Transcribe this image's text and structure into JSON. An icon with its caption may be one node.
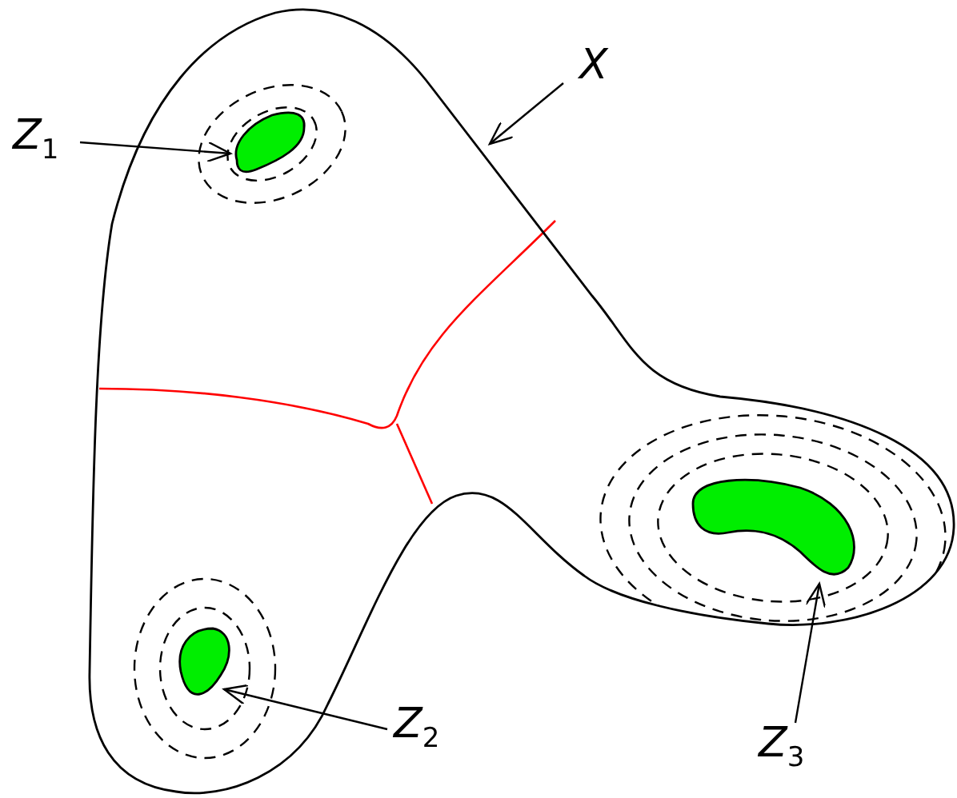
{
  "diagram": {
    "nodes": [
      {
        "text": [
          "X"
        ]
      },
      {
        "text": [],
        "shape": "region"
      },
      {
        "text": [
          "Z$_{1}$"
        ]
      },
      {
        "text": [],
        "shape": "blob",
        "in": 1
      },
      {
        "text": [
          "Z$_{2}$"
        ]
      },
      {
        "text": [],
        "shape": "blob",
        "in": 1
      },
      {
        "text": [
          "Z$_{3}$"
        ]
      },
      {
        "text": [],
        "shape": "blob",
        "in": 1
      }
    ],
    "edges": [
      {
        "from": 0,
        "to": 1,
        "arrow": "to"
      },
      {
        "from": 2,
        "to": 3,
        "arrow": "to"
      },
      {
        "from": 4,
        "to": 5,
        "arrow": "to"
      },
      {
        "from": 6,
        "to": 7,
        "arrow": "to"
      }
    ]
  }
}
